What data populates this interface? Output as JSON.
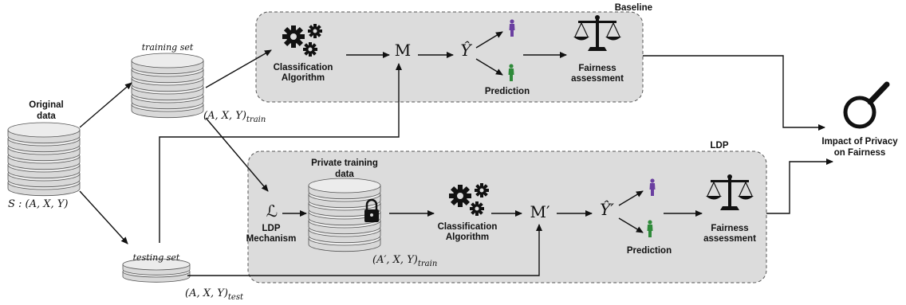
{
  "labels": {
    "original_data": [
      "Original",
      "data"
    ],
    "original_set": "S : (A, X, Y)",
    "training_set": "training set",
    "train_tuple": "(A, X, Y)",
    "train_sub": "train",
    "testing_set": "testing set",
    "test_tuple": "(A, X, Y)",
    "test_sub": "test",
    "baseline": "Baseline",
    "classification_algorithm": [
      "Classification",
      "Algorithm"
    ],
    "model_m": "M",
    "y_hat": "Ŷ",
    "prediction": "Prediction",
    "fairness_assessment": [
      "Fairness",
      "assessment"
    ],
    "ldp": "LDP",
    "mechanism_symbol": "ℒ",
    "ldp_mechanism": [
      "LDP",
      "Mechanism"
    ],
    "private_training_data": [
      "Private training",
      "data"
    ],
    "private_tuple": "(A′, X, Y)",
    "private_sub": "train",
    "model_m_prime": "M′",
    "y_hat_prime": "Ŷ′",
    "impact": [
      "Impact of Privacy",
      "on Fairness"
    ]
  },
  "colors": {
    "panel_fill": "#dcdcdc",
    "panel_border": "#555555",
    "purple_person": "#6a3fa0",
    "green_person": "#2f8a3a",
    "disk": "#e2e2e2"
  }
}
